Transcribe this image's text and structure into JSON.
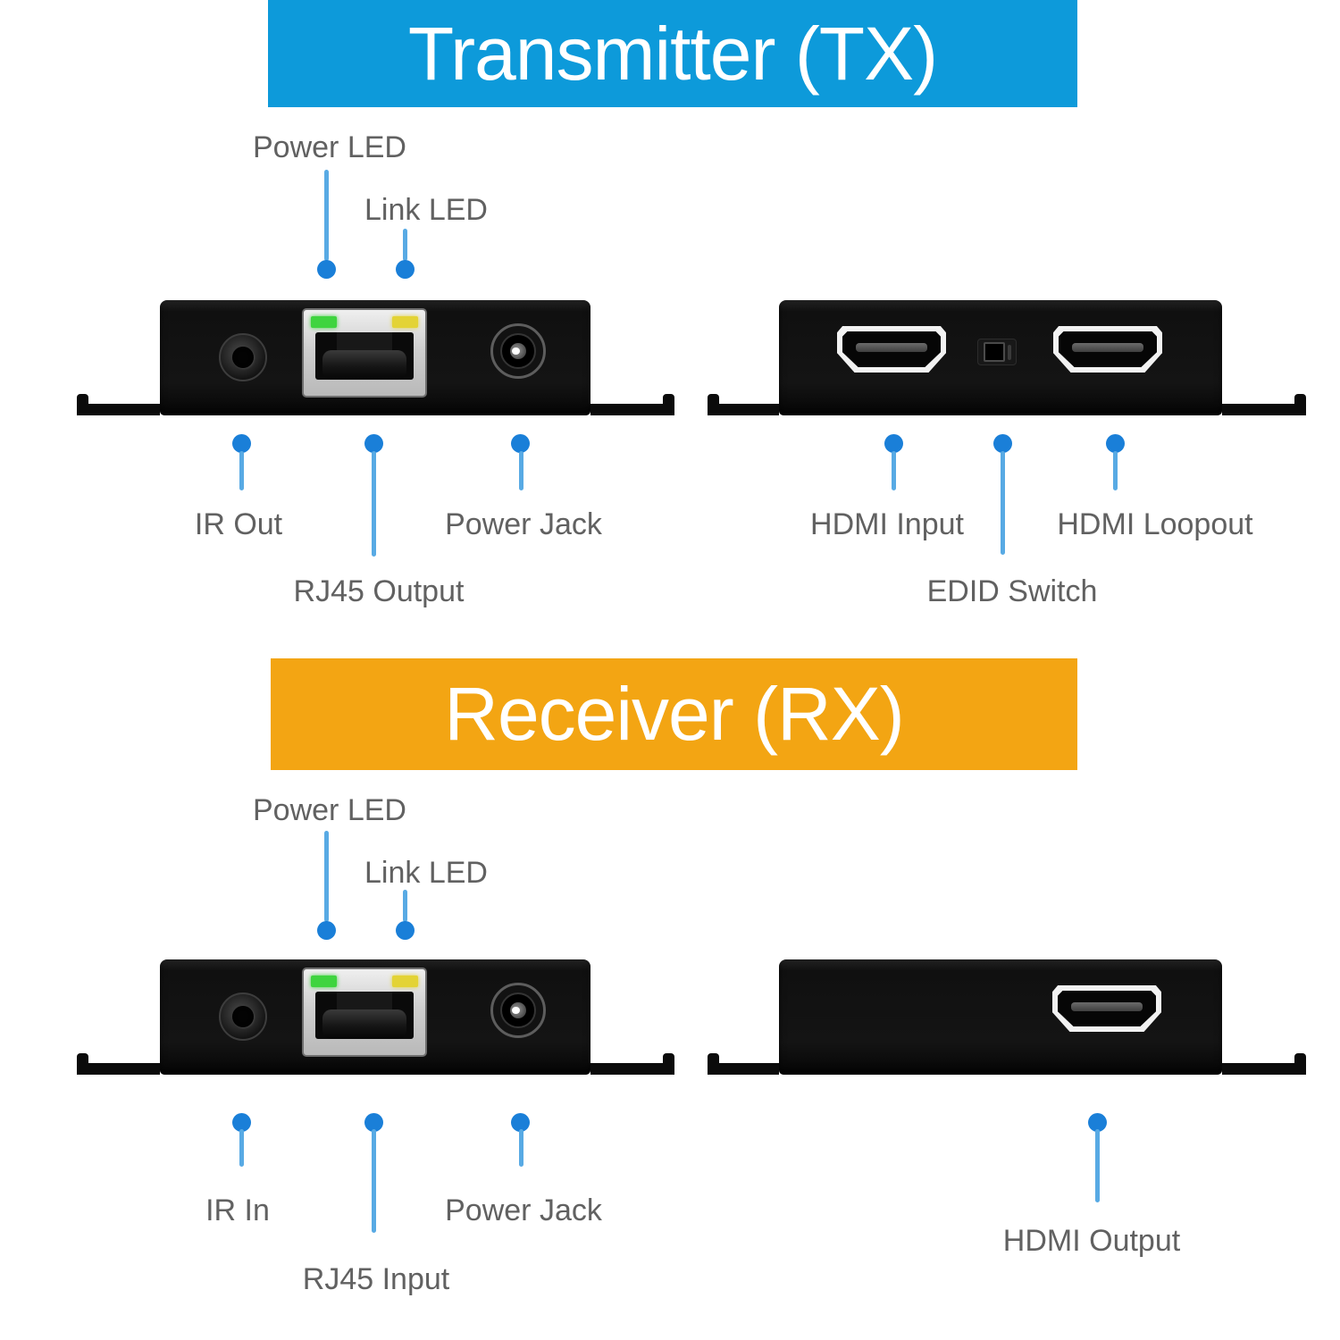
{
  "banners": {
    "tx": {
      "label": "Transmitter (TX)",
      "bg": "#0d9ada",
      "text_color": "#ffffff"
    },
    "rx": {
      "label": "Receiver (RX)",
      "bg": "#f3a513",
      "text_color": "#ffffff"
    }
  },
  "colors": {
    "callout_line": "#58aae4",
    "callout_dot": "#1a7fd8",
    "label_text": "#616161",
    "device_body": "#101010",
    "rj45_metal": "#cfcfcf",
    "hdmi_frame": "#f2f2f2",
    "led_green": "#3fd43f",
    "led_yellow": "#e3d335"
  },
  "tx": {
    "labels": {
      "power_led": "Power LED",
      "link_led": "Link LED",
      "ir_out": "IR Out",
      "rj45_output": "RJ45 Output",
      "power_jack": "Power Jack",
      "hdmi_input": "HDMI Input",
      "edid_switch": "EDID Switch",
      "hdmi_loopout": "HDMI Loopout"
    }
  },
  "rx": {
    "labels": {
      "power_led": "Power LED",
      "link_led": "Link LED",
      "ir_in": "IR In",
      "rj45_input": "RJ45 Input",
      "power_jack": "Power Jack",
      "hdmi_output": "HDMI Output"
    }
  }
}
